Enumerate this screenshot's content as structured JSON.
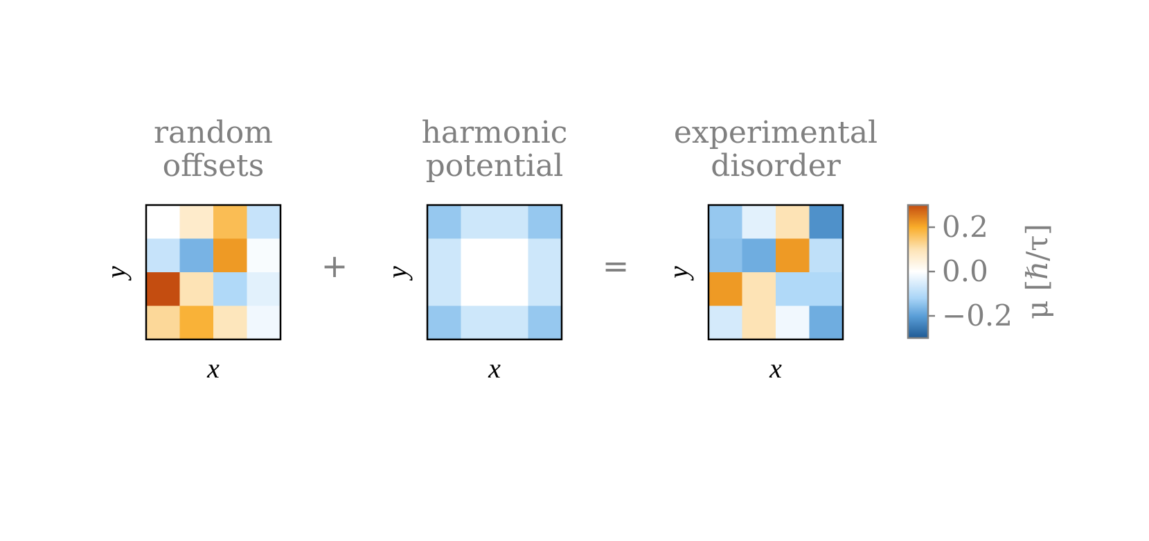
{
  "chart_data": [
    {
      "type": "heatmap",
      "title_lines": [
        "random",
        "offsets"
      ],
      "xlabel": "x",
      "ylabel": "y",
      "grid": [
        [
          0.0,
          0.07,
          0.17,
          -0.08
        ],
        [
          -0.08,
          -0.17,
          0.22,
          -0.01
        ],
        [
          0.3,
          0.1,
          -0.11,
          -0.04
        ],
        [
          0.12,
          0.19,
          0.09,
          -0.02
        ]
      ]
    },
    {
      "type": "heatmap",
      "title_lines": [
        "harmonic",
        "potential"
      ],
      "xlabel": "x",
      "ylabel": "y",
      "grid": [
        [
          -0.14,
          -0.07,
          -0.07,
          -0.14
        ],
        [
          -0.07,
          0.0,
          0.0,
          -0.07
        ],
        [
          -0.07,
          0.0,
          0.0,
          -0.07
        ],
        [
          -0.14,
          -0.07,
          -0.07,
          -0.14
        ]
      ]
    },
    {
      "type": "heatmap",
      "title_lines": [
        "experimental",
        "disorder"
      ],
      "xlabel": "x",
      "ylabel": "y",
      "grid": [
        [
          -0.14,
          -0.04,
          0.1,
          -0.22
        ],
        [
          -0.15,
          -0.18,
          0.22,
          -0.09
        ],
        [
          0.22,
          0.1,
          -0.11,
          -0.11
        ],
        [
          -0.06,
          0.1,
          -0.02,
          -0.18
        ]
      ]
    }
  ],
  "operators": [
    "+",
    "="
  ],
  "colorbar": {
    "label": "μ [ℏ/τ]",
    "vmin": -0.3,
    "vmax": 0.3,
    "ticks": [
      0.2,
      0.0,
      -0.2
    ],
    "tick_labels": [
      "0.2",
      "0.0",
      "−0.2"
    ],
    "colors": {
      "-0.30": "#1f5a94",
      "-0.20": "#5b9fd8",
      "-0.12": "#a9d5f7",
      "0.00": "#ffffff",
      "0.10": "#fde3b5",
      "0.20": "#f9ad2a",
      "0.30": "#c44d10"
    }
  }
}
